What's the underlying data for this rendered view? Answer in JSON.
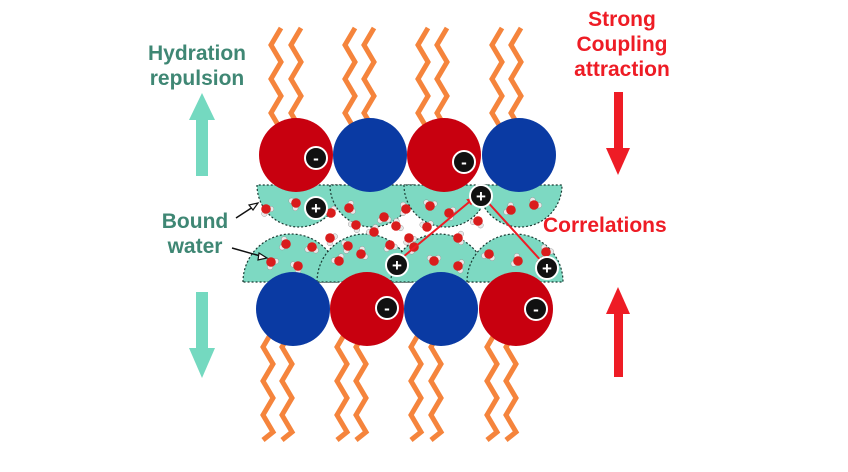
{
  "labels": {
    "hydration": {
      "line1": "Hydration",
      "line2": "repulsion"
    },
    "strong_coupling": {
      "line1": "Strong",
      "line2": "Coupling",
      "line3": "attraction"
    },
    "bound_water": {
      "line1": "Bound",
      "line2": "water"
    },
    "correlations": "Correlations"
  },
  "charges": {
    "negative": "-",
    "positive": "+"
  },
  "colors": {
    "orange_chain": "#f5843c",
    "red_headgroup": "#c8000f",
    "blue_headgroup": "#0a3aa3",
    "hydration_shell": "#7dd9c2",
    "teal_arrow": "#74d9c0",
    "red_arrow": "#ee1c25",
    "ion": "#111111",
    "water_oxygen": "#d91c1c"
  },
  "icons": [
    "zigzag-chain-icon",
    "headgroup-circle-icon",
    "hydration-shell-icon",
    "water-molecule-icon",
    "ion-plus-icon",
    "ion-minus-icon",
    "arrow-up-icon",
    "arrow-down-icon"
  ]
}
